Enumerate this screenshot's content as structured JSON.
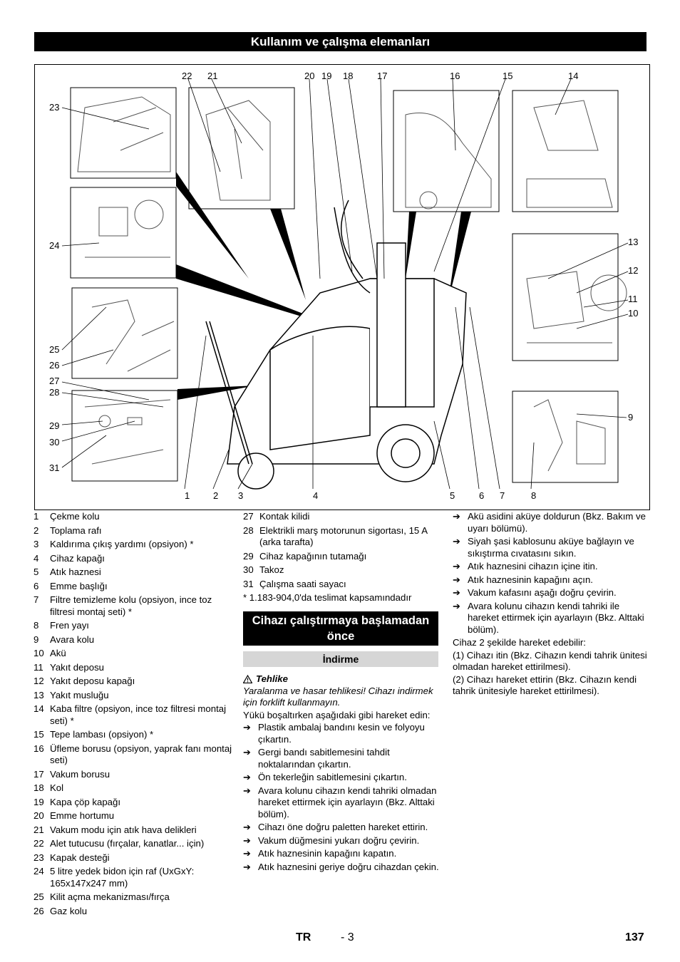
{
  "header": {
    "title": "Kullanım ve çalışma elemanları"
  },
  "figure": {
    "callouts": [
      "1",
      "2",
      "3",
      "4",
      "5",
      "6",
      "7",
      "8",
      "9",
      "10",
      "11",
      "12",
      "13",
      "14",
      "15",
      "16",
      "17",
      "18",
      "19",
      "20",
      "21",
      "22",
      "23",
      "24",
      "25",
      "26",
      "27",
      "28",
      "29",
      "30",
      "31"
    ]
  },
  "parts": [
    {
      "n": "1",
      "t": "Çekme kolu"
    },
    {
      "n": "2",
      "t": "Toplama rafı"
    },
    {
      "n": "3",
      "t": "Kaldırıma çıkış yardımı (opsiyon) *"
    },
    {
      "n": "4",
      "t": "Cihaz kapağı"
    },
    {
      "n": "5",
      "t": "Atık haznesi"
    },
    {
      "n": "6",
      "t": "Emme başlığı"
    },
    {
      "n": "7",
      "t": "Filtre temizleme kolu (opsiyon, ince toz filtresi montaj seti) *"
    },
    {
      "n": "8",
      "t": "Fren yayı"
    },
    {
      "n": "9",
      "t": "Avara kolu"
    },
    {
      "n": "10",
      "t": "Akü"
    },
    {
      "n": "11",
      "t": "Yakıt deposu"
    },
    {
      "n": "12",
      "t": "Yakıt deposu kapağı"
    },
    {
      "n": "13",
      "t": "Yakıt musluğu"
    },
    {
      "n": "14",
      "t": "Kaba filtre (opsiyon, ince toz filtresi montaj seti) *"
    },
    {
      "n": "15",
      "t": "Tepe lambası (opsiyon) *"
    },
    {
      "n": "16",
      "t": "Üfleme borusu (opsiyon, yaprak fanı montaj seti)"
    },
    {
      "n": "17",
      "t": "Vakum borusu"
    },
    {
      "n": "18",
      "t": "Kol"
    },
    {
      "n": "19",
      "t": "Kapa çöp kapağı"
    },
    {
      "n": "20",
      "t": "Emme hortumu"
    },
    {
      "n": "21",
      "t": "Vakum modu için atık hava delikleri"
    },
    {
      "n": "22",
      "t": "Alet tutucusu (fırçalar, kanatlar... için)"
    },
    {
      "n": "23",
      "t": "Kapak desteği"
    },
    {
      "n": "24",
      "t": "5 litre yedek bidon için raf (UxGxY: 165x147x247 mm)"
    },
    {
      "n": "25",
      "t": "Kilit açma mekanizması/fırça"
    },
    {
      "n": "26",
      "t": "Gaz kolu"
    },
    {
      "n": "27",
      "t": "Kontak kilidi"
    },
    {
      "n": "28",
      "t": "Elektrikli marş motorunun sigortası, 15 A (arka tarafta)"
    },
    {
      "n": "29",
      "t": "Cihaz kapağının tutamağı"
    },
    {
      "n": "30",
      "t": "Takoz"
    },
    {
      "n": "31",
      "t": "Çalışma saati sayacı"
    }
  ],
  "delivery_note": "* 1.183-904,0'da teslimat kapsamındadır",
  "section2": {
    "title": "Cihazı çalıştırmaya başlamadan önce",
    "subtitle": "İndirme",
    "danger_label": "Tehlike",
    "danger_text": "Yaralanma ve hasar tehlikesi! Cihazı indirmek için forklift kullanmayın.",
    "intro": "Yükü boşaltırken aşağıdaki gibi hareket edin:",
    "steps": [
      "Plastik ambalaj bandını kesin ve folyoyu çıkartın.",
      "Gergi bandı sabitlemesini tahdit noktalarından çıkartın.",
      "Ön tekerleğin sabitlemesini çıkartın.",
      "Avara kolunu cihazın kendi tahriki olmadan hareket ettirmek için ayarlayın (Bkz. Alttaki bölüm).",
      "Cihazı öne doğru paletten hareket ettirin.",
      "Vakum düğmesini yukarı doğru çevirin.",
      "Atık haznesinin kapağını kapatın.",
      "Atık haznesini geriye doğru cihazdan çekin."
    ],
    "steps_col3": [
      "Akü asidini aküye doldurun (Bkz. Bakım ve uyarı bölümü).",
      "Siyah şasi kablosunu aküye bağlayın ve sıkıştırma cıvatasını sıkın.",
      "Atık haznesini cihazın içine itin.",
      "Atık haznesinin kapağını açın.",
      "Vakum kafasını aşağı doğru çevirin.",
      "Avara kolunu cihazın kendi tahriki ile hareket ettirmek için ayarlayın (Bkz. Alttaki bölüm)."
    ],
    "move_intro": "Cihaz 2 şekilde hareket edebilir:",
    "move_options": [
      "(1) Cihazı itin (Bkz. Cihazın kendi tahrik ünitesi olmadan hareket ettirilmesi).",
      "(2) Cihazı hareket ettirin (Bkz. Cihazın kendi tahrik ünitesiyle hareket ettirilmesi)."
    ]
  },
  "footer": {
    "lang": "TR",
    "page_ref": "- 3",
    "page_number": "137"
  }
}
